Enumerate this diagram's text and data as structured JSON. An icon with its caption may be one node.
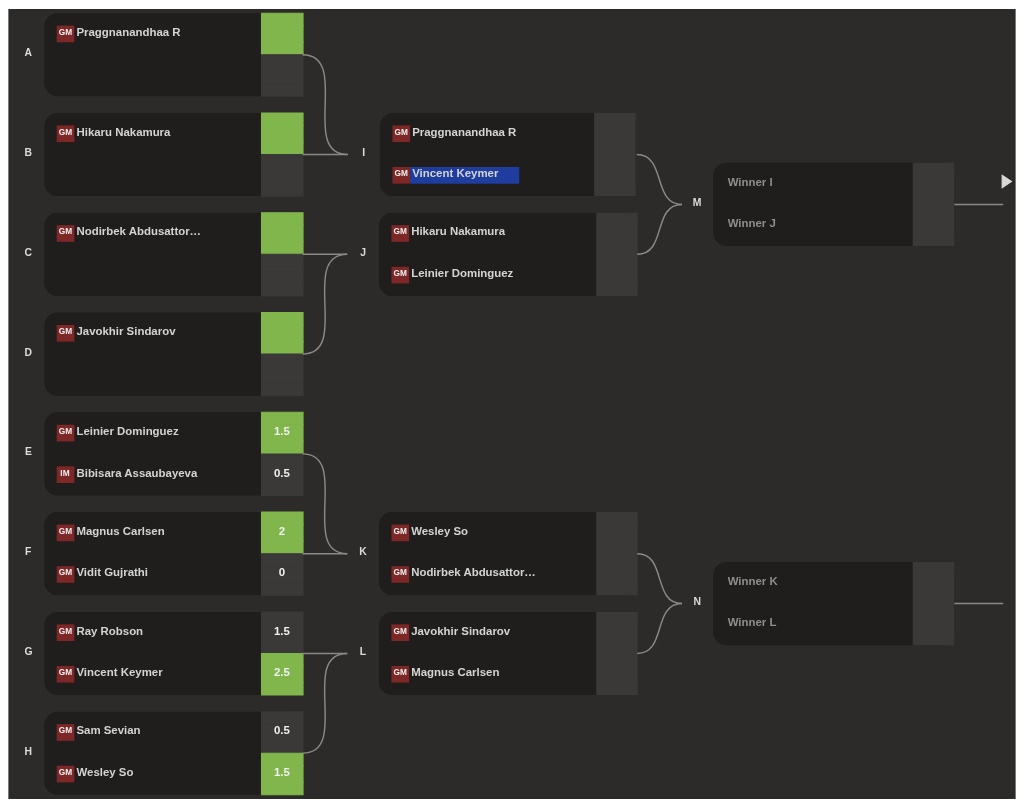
{
  "diagram": {
    "nodes": [
      {
        "text": [
          "GM",
          "Praggnanandhaa R"
        ],
        "beside": [
          "A"
        ]
      },
      {
        "text": [
          "GM",
          "Hikaru Nakamura"
        ],
        "beside": [
          "B"
        ]
      },
      {
        "text": [
          "GM",
          "Nodirbek Abdusattor…"
        ],
        "beside": [
          "C"
        ]
      },
      {
        "text": [
          "GM",
          "Javokhir Sindarov"
        ],
        "beside": [
          "D"
        ]
      },
      {
        "text": [
          "GM",
          "Leinier Dominguez",
          "1.5",
          "IM",
          "Bibisara Assaubayeva",
          "0.5"
        ],
        "beside": [
          "E"
        ]
      },
      {
        "text": [
          "GM",
          "Magnus Carlsen",
          "2",
          "GM",
          "Vidit Gujrathi",
          "0"
        ],
        "beside": [
          "F"
        ]
      },
      {
        "text": [
          "GM",
          "Ray Robson",
          "1.5",
          "GM",
          "Vincent Keymer",
          "2.5"
        ],
        "beside": [
          "G"
        ]
      },
      {
        "text": [
          "GM",
          "Sam Sevian",
          "0.5",
          "GM",
          "Wesley So",
          "1.5"
        ],
        "beside": [
          "H"
        ]
      },
      {
        "text": [
          "GM",
          "Praggnanandhaa R",
          "GM",
          "Vincent Keymer"
        ],
        "beside": [
          "I"
        ]
      },
      {
        "text": [
          "GM",
          "Hikaru Nakamura",
          "GM",
          "Leinier Dominguez"
        ],
        "beside": [
          "J"
        ]
      },
      {
        "text": [
          "GM",
          "Wesley So",
          "GM",
          "Nodirbek Abdusattor…"
        ],
        "beside": [
          "K"
        ]
      },
      {
        "text": [
          "GM",
          "Javokhir Sindarov",
          "GM",
          "Magnus Carlsen"
        ],
        "beside": [
          "L"
        ]
      },
      {
        "text": [
          "Winner I",
          "Winner J"
        ],
        "beside": [
          "M"
        ]
      },
      {
        "text": [
          "Winner K",
          "Winner L"
        ],
        "beside": [
          "N"
        ]
      }
    ],
    "edges": [
      {
        "from": 0,
        "to": 8,
        "arrow": "none"
      },
      {
        "from": 1,
        "to": 8,
        "arrow": "none"
      },
      {
        "from": 2,
        "to": 9,
        "arrow": "none"
      },
      {
        "from": 3,
        "to": 9,
        "arrow": "none"
      },
      {
        "from": 4,
        "to": 10,
        "arrow": "none"
      },
      {
        "from": 5,
        "to": 10,
        "arrow": "none"
      },
      {
        "from": 6,
        "to": 11,
        "arrow": "none"
      },
      {
        "from": 7,
        "to": 11,
        "arrow": "none"
      },
      {
        "from": 8,
        "to": 12,
        "arrow": "none"
      },
      {
        "from": 9,
        "to": 12,
        "arrow": "none"
      },
      {
        "from": 10,
        "to": 13,
        "arrow": "none"
      },
      {
        "from": 11,
        "to": 13,
        "arrow": "none"
      },
      {
        "from": 12,
        "to": null,
        "arrow": "none"
      },
      {
        "from": 13,
        "to": null,
        "arrow": "none"
      }
    ]
  }
}
